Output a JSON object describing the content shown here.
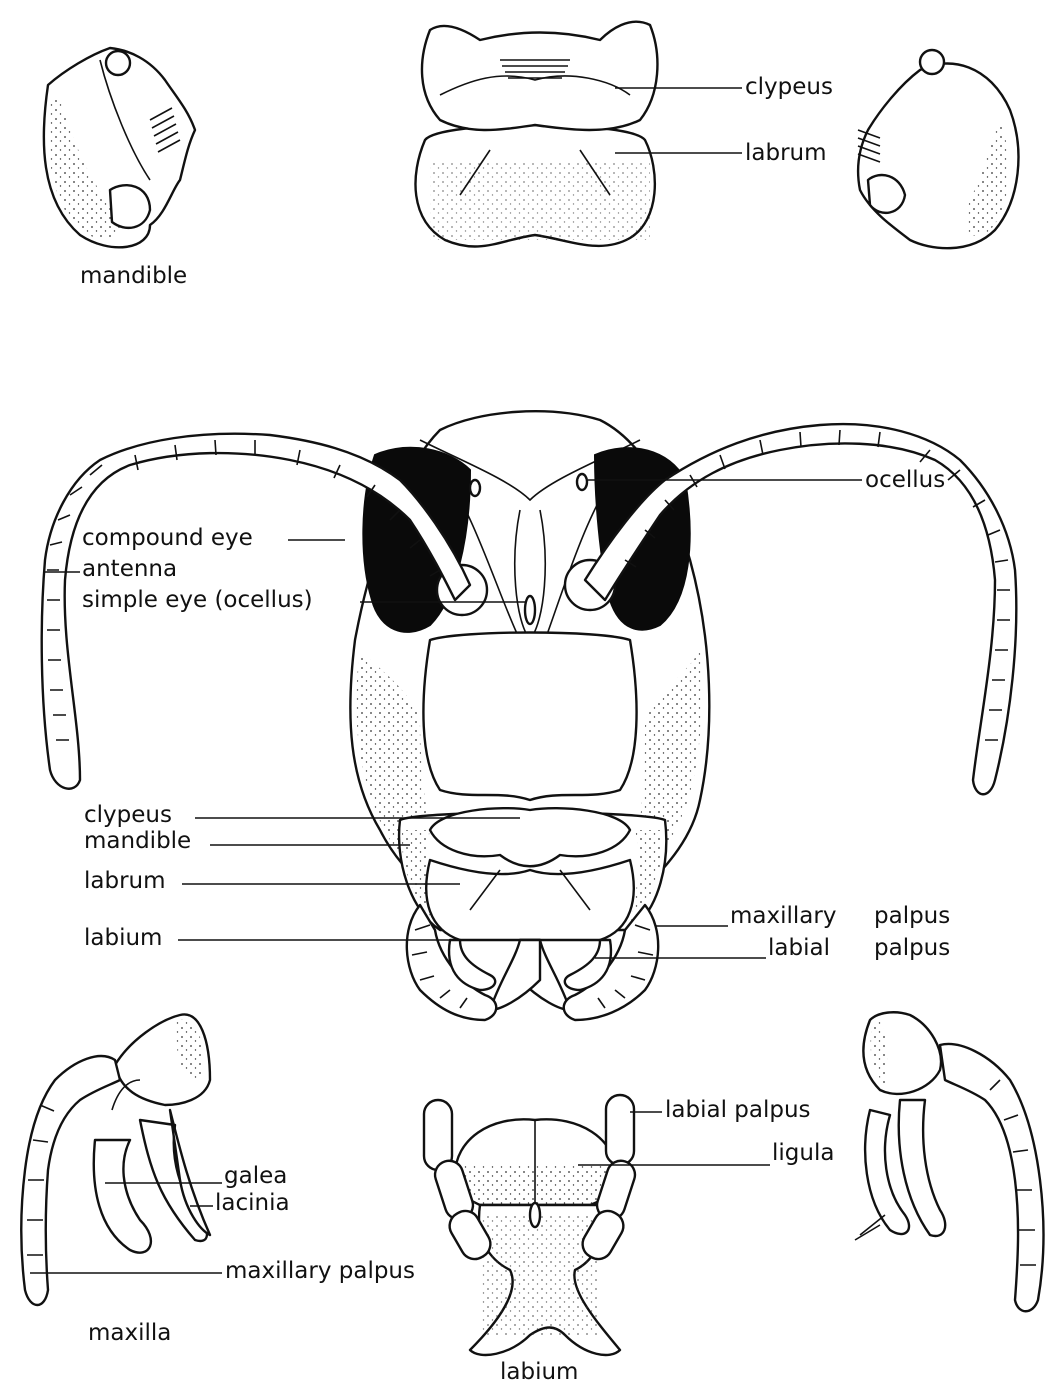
{
  "labels": {
    "top": {
      "mandible": "mandible",
      "clypeus": "clypeus",
      "labrum": "labrum"
    },
    "head": {
      "ocellus": "ocellus",
      "compound_eye": "compound eye",
      "antenna": "antenna",
      "simple_eye": "simple eye (ocellus)",
      "clypeus": "clypeus",
      "mandible": "mandible",
      "labrum": "labrum",
      "labium": "labium",
      "maxillary_palpus": "maxillary",
      "maxillary_palpus_2": "palpus",
      "labial_palpus": "labial",
      "labial_palpus_2": "palpus"
    },
    "bottom": {
      "galea": "galea",
      "lacinia": "lacinia",
      "maxillary_palpus": "maxillary palpus",
      "maxilla": "maxilla",
      "labial_palpus": "labial palpus",
      "ligula": "ligula",
      "labium": "labium"
    }
  },
  "colors": {
    "ink": "#111111",
    "paper": "#ffffff"
  }
}
